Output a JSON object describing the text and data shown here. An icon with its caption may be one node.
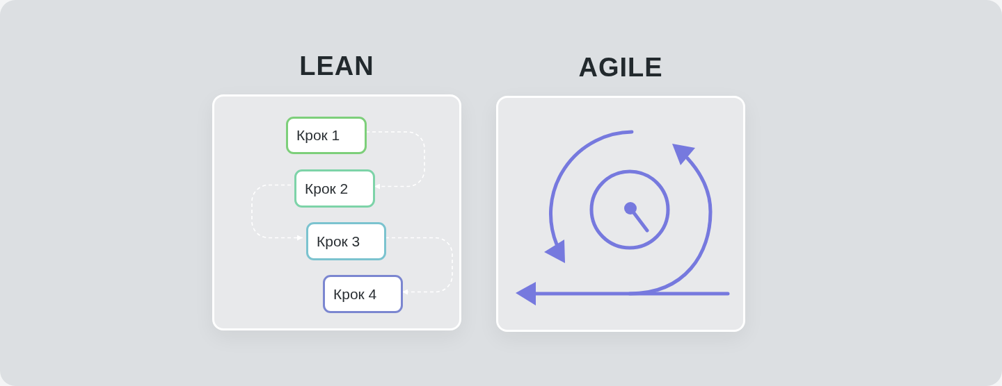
{
  "diagram": {
    "nodes": [
      {
        "text": [
          "LEAN"
        ]
      },
      {
        "text": [
          "Крок 1"
        ],
        "in": 0
      },
      {
        "text": [
          "Крок 2"
        ],
        "in": 0
      },
      {
        "text": [
          "Крок 3"
        ],
        "in": 0
      },
      {
        "text": [
          "Крок 4"
        ],
        "in": 0
      },
      {
        "text": [
          "AGILE"
        ]
      }
    ],
    "edges": [
      {
        "from": 1,
        "to": 2,
        "arrow": "to",
        "style": "dashed"
      },
      {
        "from": 2,
        "to": 3,
        "arrow": "to",
        "style": "dashed"
      },
      {
        "from": 3,
        "to": 4,
        "arrow": "to",
        "style": "dashed"
      }
    ]
  }
}
